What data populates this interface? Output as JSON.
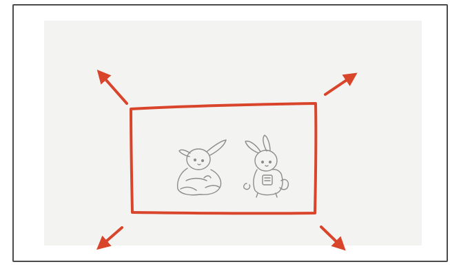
{
  "colors": {
    "accent": "#d9452b",
    "frame": "#4a4a4a",
    "sketch": "#8c8c8c",
    "panel": "#f3f3f2"
  },
  "diagram": {
    "shapes": [
      {
        "kind": "outer-frame"
      },
      {
        "kind": "hand-drawn-rectangle"
      },
      {
        "kind": "bunny-sketch"
      },
      {
        "kind": "bunny-sketch"
      }
    ],
    "arrows": [
      {
        "direction": "up-left"
      },
      {
        "direction": "up-right"
      },
      {
        "direction": "down-left"
      },
      {
        "direction": "down-right"
      }
    ]
  }
}
